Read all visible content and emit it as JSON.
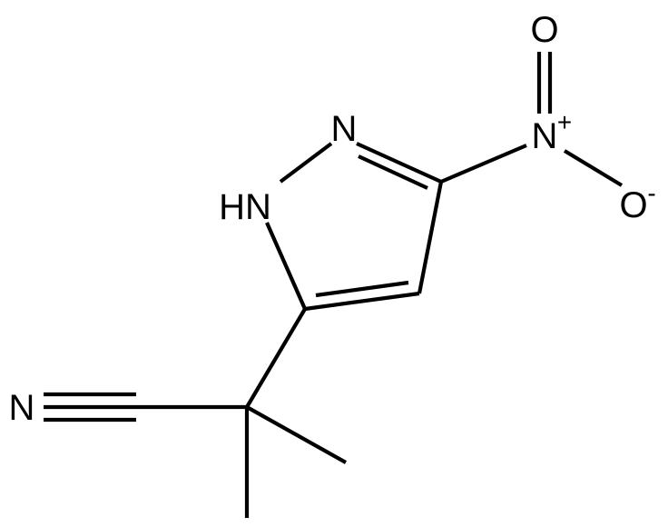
{
  "molecule": {
    "atoms": {
      "nitro_o_top": "O",
      "nitro_n": "N",
      "nitro_n_charge": "+",
      "nitro_o_minus": "O",
      "nitro_o_minus_charge": "-",
      "ring_n2": "N",
      "ring_n1h": "HN",
      "nitrile_n": "N"
    },
    "colors": {
      "ink": "#000000",
      "background": "#ffffff"
    }
  }
}
